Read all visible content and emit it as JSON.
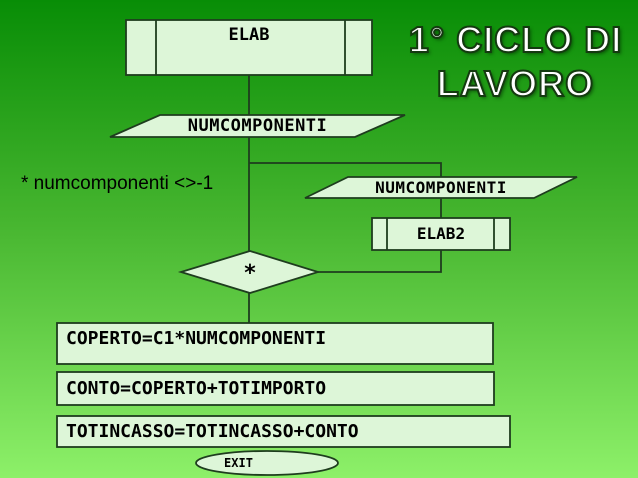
{
  "title": {
    "line1": "1° CICLO DI",
    "line2": "LAVORO"
  },
  "note": "* numcomponenti <>-1",
  "flowchart": {
    "elab_label": "ELAB",
    "input1_label": "NUMCOMPONENTI",
    "input2_label": "NUMCOMPONENTI",
    "elab2_label": "ELAB2",
    "decision_label": "*",
    "process1_label": "COPERTO=C1*NUMCOMPONENTI",
    "process2_label": "CONTO=COPERTO+TOTIMPORTO",
    "process3_label": "TOTINCASSO=TOTINCASSO+CONTO",
    "exit_label": "EXIT"
  },
  "colors": {
    "background_top": "#088d06",
    "background_middle": "#46b52f",
    "background_bottom": "#8df069",
    "shape_fill": "#ddf6d8",
    "shape_border": "#1e3d1e",
    "title_fill": "#ffffff",
    "title_outline": "#143a10",
    "text": "#000000"
  }
}
